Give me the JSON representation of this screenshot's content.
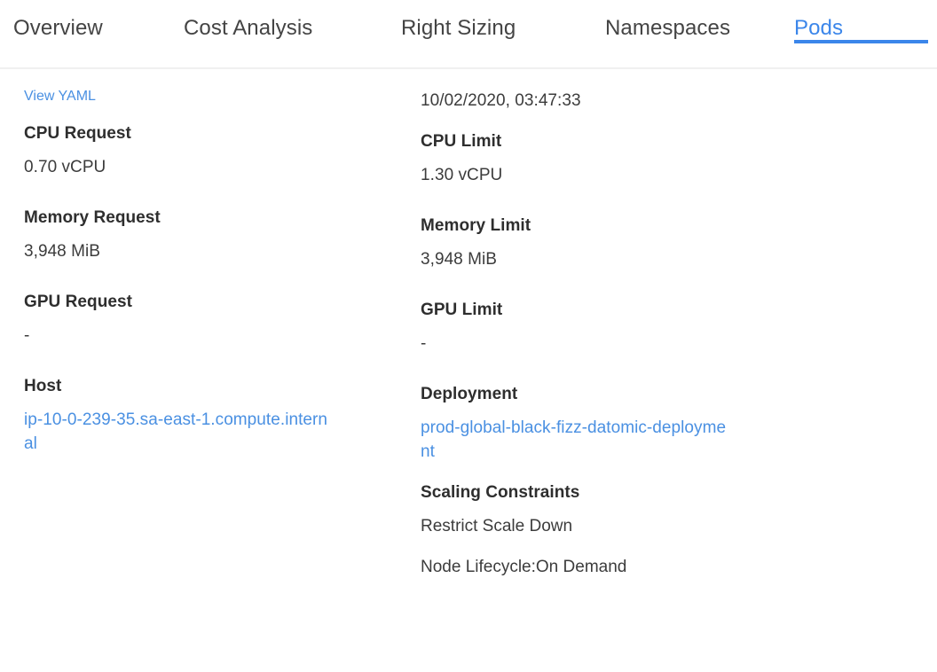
{
  "tabs": [
    {
      "label": "Overview",
      "active": false
    },
    {
      "label": "Cost Analysis",
      "active": false
    },
    {
      "label": "Right Sizing",
      "active": false
    },
    {
      "label": "Namespaces",
      "active": false
    },
    {
      "label": "Pods",
      "active": true
    }
  ],
  "colors": {
    "accent": "#3b86ea",
    "link": "#4a90e2",
    "text": "#3c3c3c",
    "label": "#2e2e2e",
    "divider": "#f0f0f0"
  },
  "left_column": {
    "view_yaml_link": "View YAML",
    "cpu_request_label": "CPU Request",
    "cpu_request_value": "0.70 vCPU",
    "memory_request_label": "Memory Request",
    "memory_request_value": "3,948 MiB",
    "gpu_request_label": "GPU Request",
    "gpu_request_value": "-",
    "host_label": "Host",
    "host_value": "ip-10-0-239-35.sa-east-1.compute.internal"
  },
  "right_column": {
    "timestamp": "10/02/2020, 03:47:33",
    "cpu_limit_label": "CPU Limit",
    "cpu_limit_value": "1.30 vCPU",
    "memory_limit_label": "Memory Limit",
    "memory_limit_value": "3,948 MiB",
    "gpu_limit_label": "GPU Limit",
    "gpu_limit_value": "-",
    "deployment_label": "Deployment",
    "deployment_value": "prod-global-black-fizz-datomic-deployment",
    "scaling_constraints_label": "Scaling Constraints",
    "scaling_constraints": [
      "Restrict Scale Down",
      "Node Lifecycle:On Demand"
    ]
  }
}
